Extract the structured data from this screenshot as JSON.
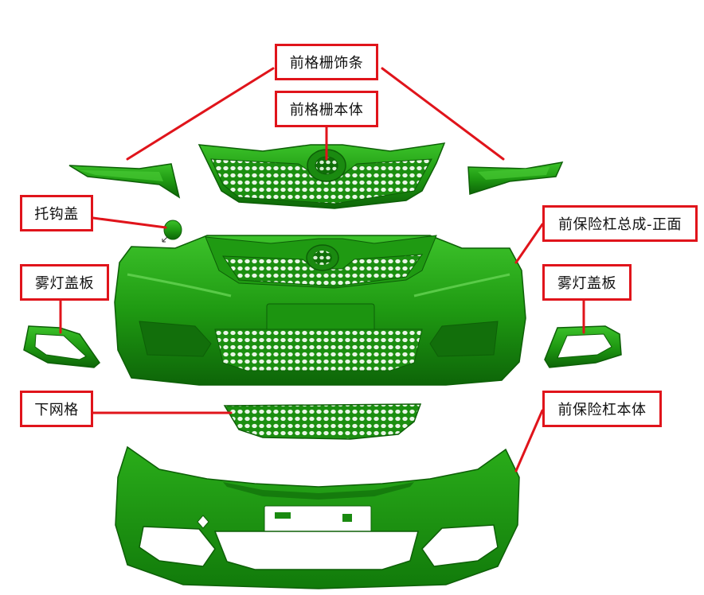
{
  "labels": {
    "grille_trim": "前格栅饰条",
    "grille_body": "前格栅本体",
    "tow_hook_cover": "托钩盖",
    "fog_lamp_cover_left": "雾灯盖板",
    "fog_lamp_cover_right": "雾灯盖板",
    "bumper_assembly_front": "前保险杠总成-正面",
    "lower_grille": "下网格",
    "bumper_body": "前保险杠本体"
  },
  "colors": {
    "part_green": "#1f9a12",
    "part_dark": "#0e6a08",
    "part_light": "#5fd24a",
    "callout_red": "#e0141b"
  }
}
